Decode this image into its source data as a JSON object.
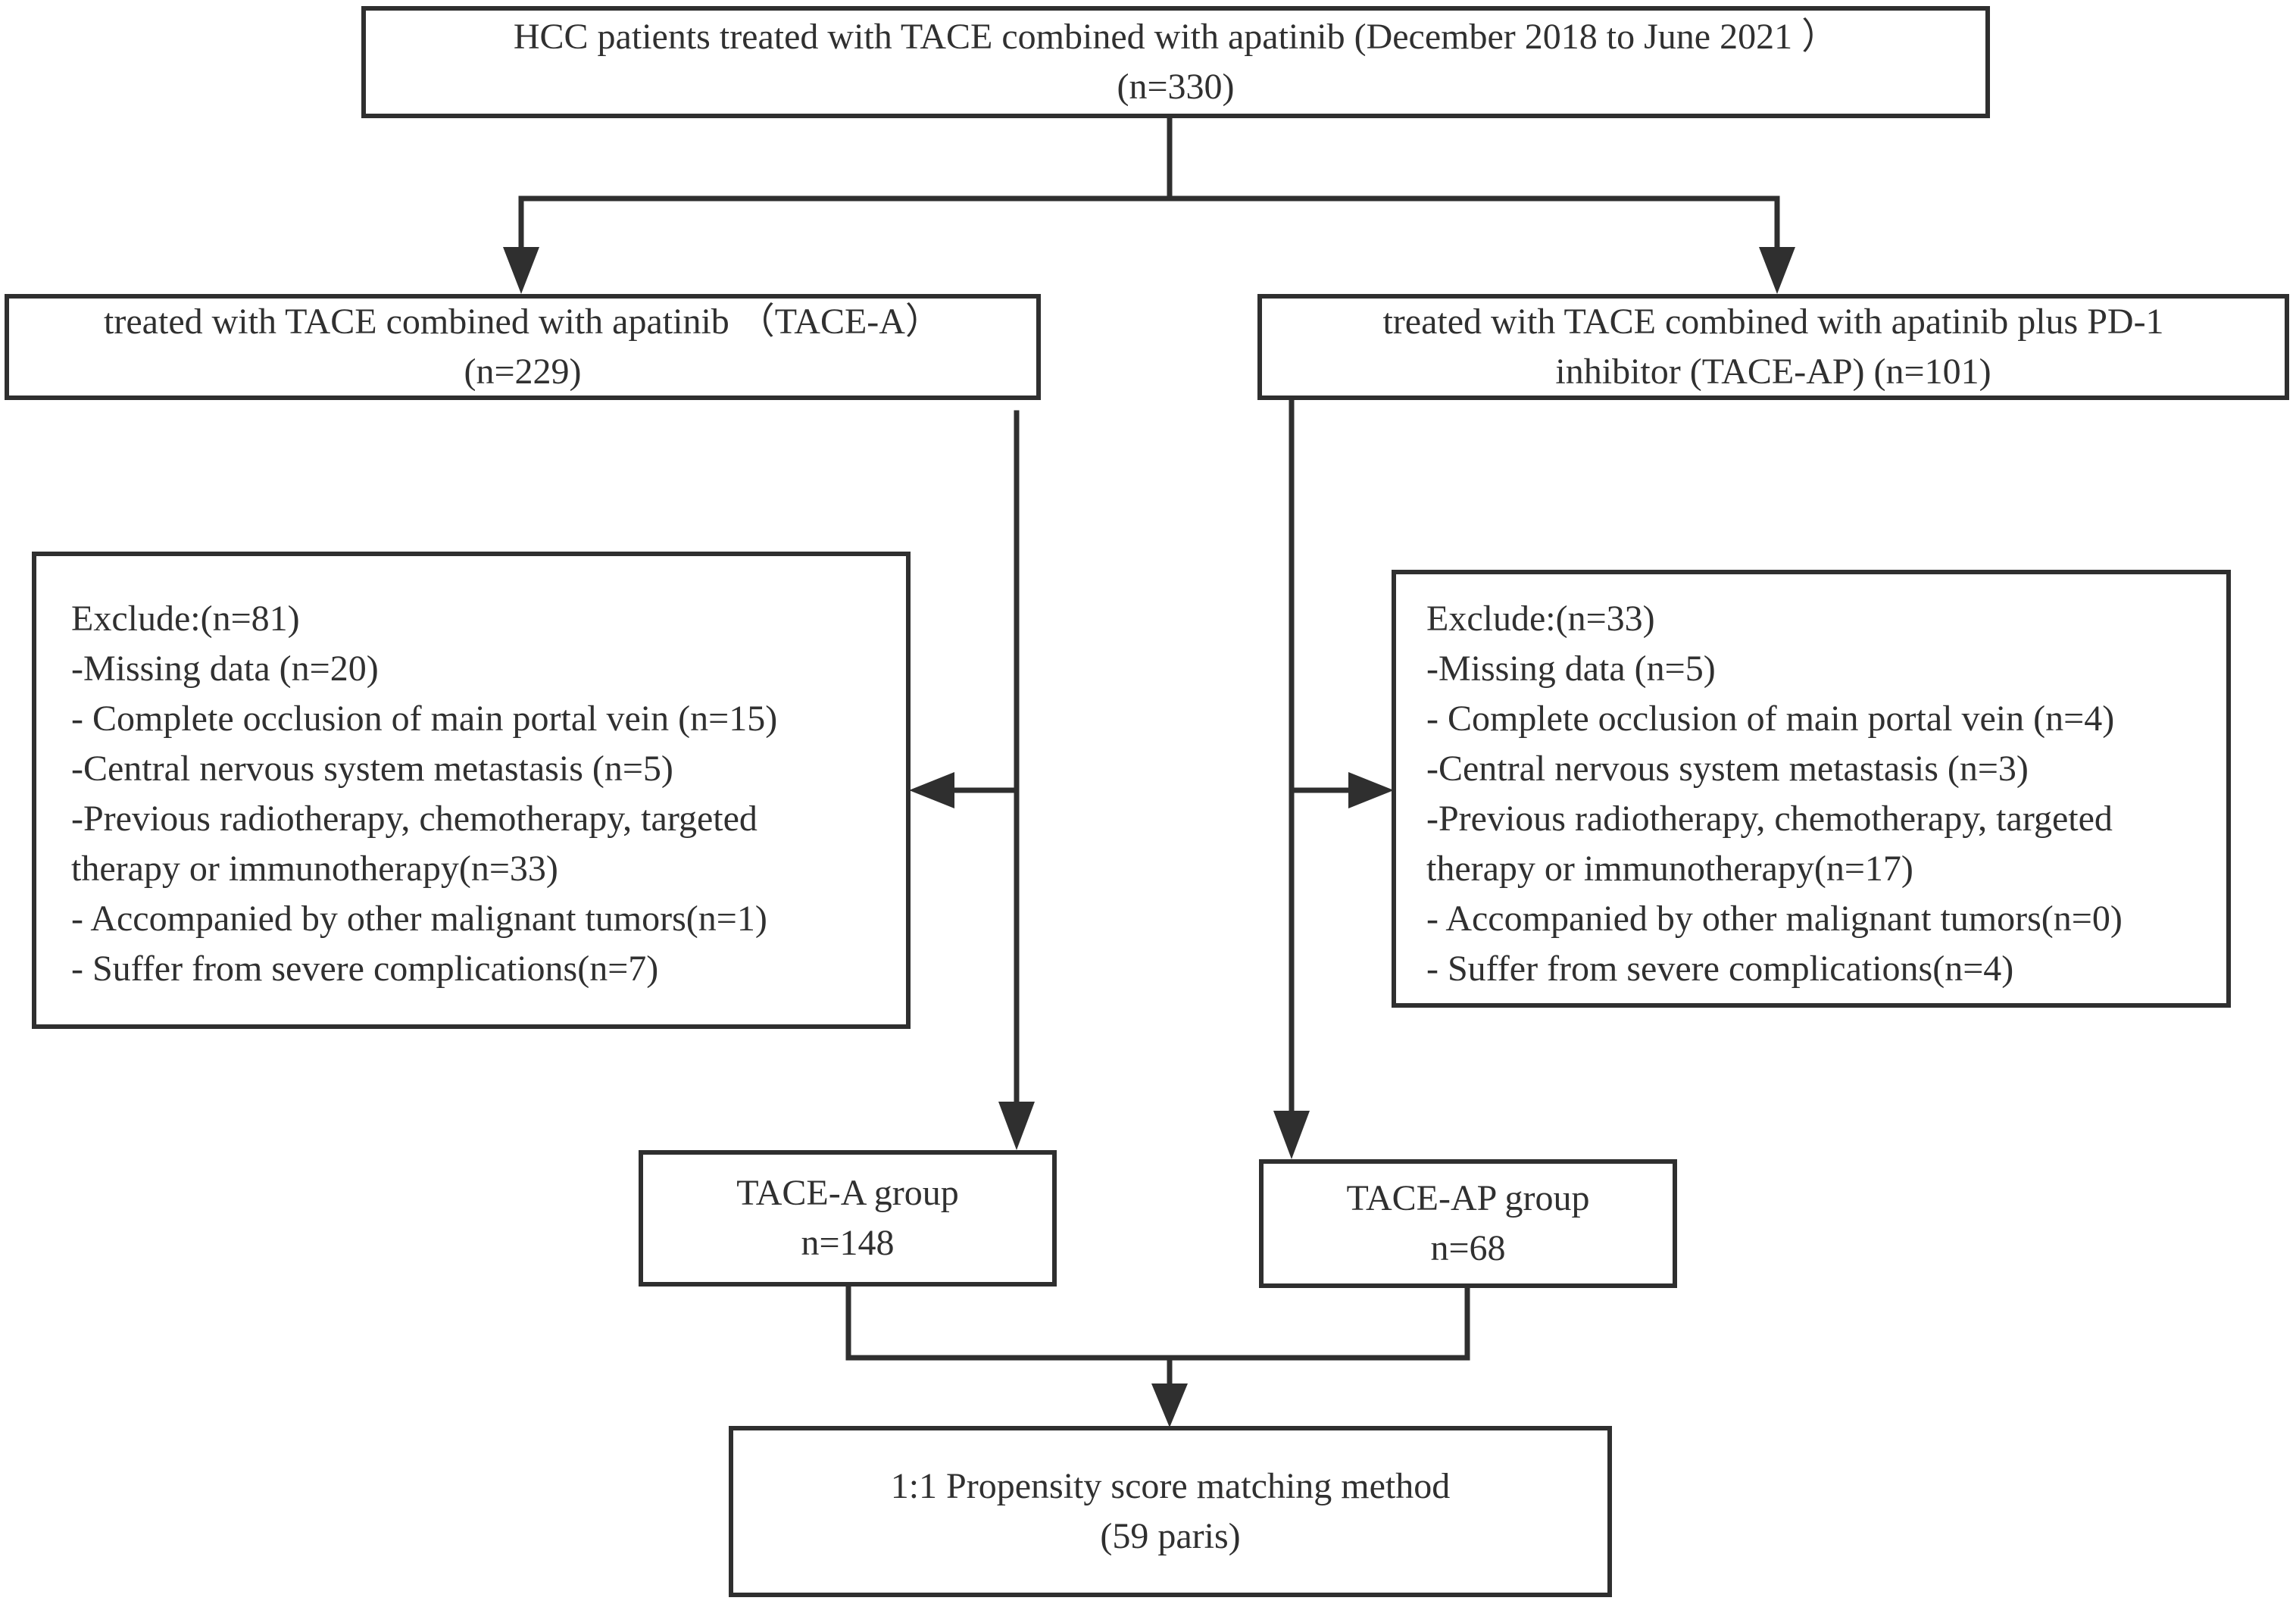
{
  "top": {
    "line1": "HCC patients treated with TACE combined with apatinib (December 2018 to June 2021 ）",
    "line2": "(n=330)"
  },
  "left_branch": {
    "line1": "treated with TACE combined with apatinib （TACE-A）",
    "line2": "(n=229)"
  },
  "right_branch": {
    "line1": "treated with TACE combined with apatinib plus PD-1",
    "line2": "inhibitor (TACE-AP)  (n=101)"
  },
  "left_exclude": {
    "lines": [
      "Exclude:(n=81)",
      "-Missing data (n=20)",
      "- Complete occlusion of  main portal vein (n=15)",
      "-Central nervous system metastasis (n=5)",
      "-Previous radiotherapy, chemotherapy, targeted",
      "therapy or immunotherapy(n=33)",
      "- Accompanied by other malignant tumors(n=1)",
      "- Suffer from severe complications(n=7)"
    ]
  },
  "right_exclude": {
    "lines": [
      "Exclude:(n=33)",
      "-Missing data (n=5)",
      "- Complete occlusion of  main portal vein (n=4)",
      "-Central nervous system metastasis (n=3)",
      "-Previous radiotherapy, chemotherapy, targeted",
      "therapy or immunotherapy(n=17)",
      "- Accompanied by other malignant tumors(n=0)",
      "- Suffer from severe complications(n=4)"
    ]
  },
  "left_group": {
    "line1": "TACE-A group",
    "line2": "n=148"
  },
  "right_group": {
    "line1": "TACE-AP group",
    "line2": "n=68"
  },
  "final": {
    "line1": "1:1 Propensity score matching method",
    "line2": "(59 paris)"
  },
  "colors": {
    "stroke": "#2f2f2f",
    "text": "#303030",
    "background": "#ffffff"
  }
}
